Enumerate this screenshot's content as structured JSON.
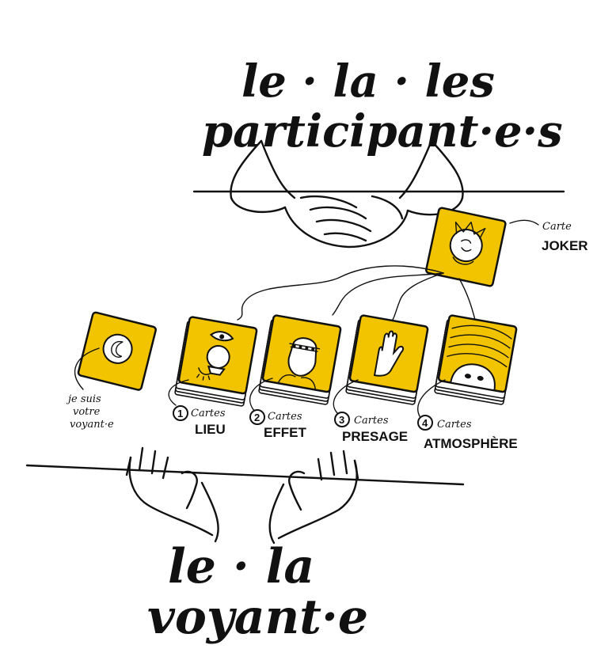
{
  "title_top": {
    "line1": "le · la · les",
    "line2": "participant·e·s"
  },
  "title_bottom": {
    "line1": "le · la",
    "line2": "voyant·e"
  },
  "joker": {
    "small": "Carte",
    "caps": "JOKER"
  },
  "voyant_card": {
    "line1": "je suis",
    "line2": "votre",
    "line3": "voyant·e"
  },
  "decks": [
    {
      "number": "1",
      "small": "Cartes",
      "caps": "LIEU"
    },
    {
      "number": "2",
      "small": "Cartes",
      "caps": "EFFET"
    },
    {
      "number": "3",
      "small": "Cartes",
      "caps": "PRESAGE"
    },
    {
      "number": "4",
      "small": "Cartes",
      "caps": "ATMOSPHÈRE"
    }
  ],
  "colors": {
    "card_yellow": "#f2c400",
    "ink": "#111111"
  }
}
